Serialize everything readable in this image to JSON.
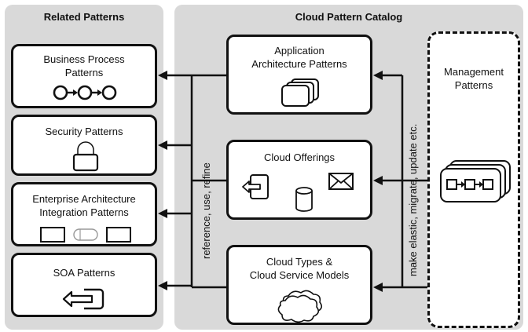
{
  "related_patterns": {
    "title": "Related Patterns",
    "boxes": [
      {
        "lines": [
          "Business Process",
          "Patterns"
        ],
        "icon": "process-chain-icon"
      },
      {
        "lines": [
          "Security Patterns"
        ],
        "icon": "lock-icon"
      },
      {
        "lines": [
          "Enterprise Architecture",
          "Integration Patterns"
        ],
        "icon": "integration-icon"
      },
      {
        "lines": [
          "SOA Patterns"
        ],
        "icon": "exchange-arrow-icon"
      }
    ]
  },
  "catalog": {
    "title": "Cloud Pattern Catalog",
    "boxes": [
      {
        "lines": [
          "Application",
          "Architecture Patterns"
        ],
        "icon": "stacked-windows-icon"
      },
      {
        "lines": [
          "Cloud Offerings"
        ],
        "icon": "offerings-icon"
      },
      {
        "lines": [
          "Cloud Types &",
          "Cloud Service Models"
        ],
        "icon": "cloud-icon"
      }
    ]
  },
  "management": {
    "lines": [
      "Management",
      "Patterns"
    ],
    "icon": "management-chain-icon"
  },
  "relations": {
    "left_label": "reference, use, refine",
    "right_label": "make elastic, migrate, update etc."
  },
  "colors": {
    "panel": "#d9d9d9",
    "stroke": "#111111"
  }
}
